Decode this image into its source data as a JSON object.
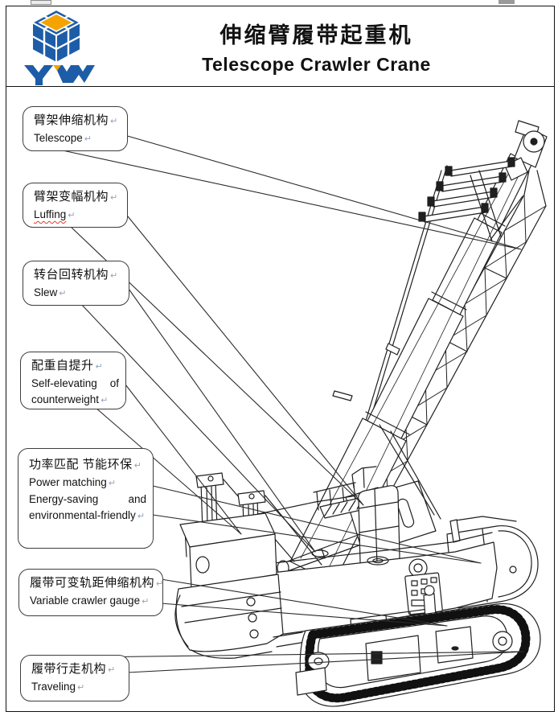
{
  "header": {
    "title_zh": "伸缩臂履带起重机",
    "title_en": "Telescope Crawler Crane"
  },
  "marks": {
    "return": "↵"
  },
  "callouts": {
    "telescope": {
      "zh": "臂架伸缩机构",
      "en": "Telescope"
    },
    "luffing": {
      "zh": "臂架变幅机构",
      "en": "Luffing"
    },
    "slew": {
      "zh": "转台回转机构",
      "en": "Slew"
    },
    "counterweight": {
      "zh": "配重自提升",
      "en_line1_left": "Self-elevating",
      "en_line1_right": "of",
      "en_line2": "counterweight"
    },
    "power": {
      "zh": "功率匹配 节能环保",
      "en_line1": "Power matching",
      "en_line2_left": "Energy-saving",
      "en_line2_right": "and",
      "en_line3": "environmental-friendly"
    },
    "gauge": {
      "zh": "履带可变轨距伸缩机构",
      "en": "Variable crawler gauge"
    },
    "traveling": {
      "zh": "履带行走机构",
      "en": "Traveling"
    }
  },
  "colors": {
    "logo_blue": "#1d5da8",
    "logo_orange": "#f5a301",
    "line": "#1f1f1f",
    "bubble_border": "#3d3d3d",
    "spellcheck_red": "#e23b2e"
  }
}
